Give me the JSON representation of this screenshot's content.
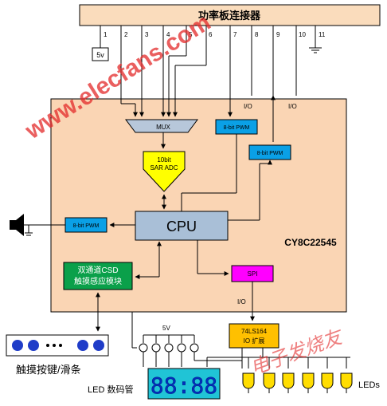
{
  "connector": {
    "title": "功率板连接器",
    "pins": [
      "1",
      "2",
      "3",
      "4",
      "5",
      "6",
      "7",
      "8",
      "9",
      "10",
      "11"
    ]
  },
  "supply_label": "5v",
  "io_labels": {
    "pin7": "I/O",
    "pin10": "I/O",
    "spi_out": "I/O"
  },
  "chip": {
    "name": "CY8C22545",
    "cpu_label": "CPU",
    "mux_label": "MUX",
    "adc_label_line1": "10bit",
    "adc_label_line2": "SAR ADC",
    "pwm_top_label": "8-bit PWM",
    "pwm_mid_label": "8-bit PWM",
    "pwm_left_label": "8-bit PWM",
    "csd_label_line1": "双通道CSD",
    "csd_label_line2": "触摸感应模块",
    "spi_label": "SPI"
  },
  "ic_74ls164": {
    "line1": "74LS164",
    "line2": "IO 扩展"
  },
  "display_label": "LED 数码管",
  "display_digits": "88:88",
  "touch_label": "触摸按键/滑条",
  "leds_label": "LEDs",
  "transistor_supply": "5V",
  "watermark_left": "www.elecfans.com",
  "watermark_right": "电子发烧友",
  "colors": {
    "connector_fill": "#fadcbc",
    "chip_fill": "#fad5b4",
    "cpu_fill": "#a9bfd7",
    "mux_fill": "#b7c7da",
    "adc_fill": "#ffff00",
    "pwm_fill": "#0aa0e6",
    "csd_fill": "#0aa04a",
    "spi_fill": "#ff00ff",
    "ic_fill": "#ffc000",
    "display_fill": "#20c4d6",
    "led_fill": "#ffdd00",
    "watermark": "#e32a2a"
  }
}
